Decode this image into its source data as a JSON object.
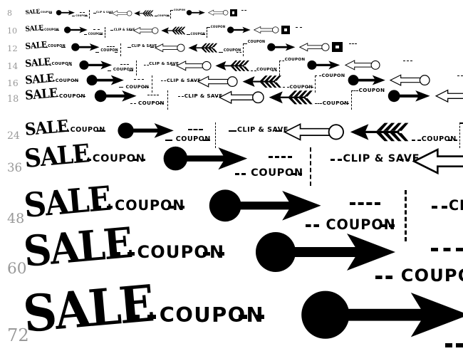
{
  "rows": [
    {
      "size": "8"
    },
    {
      "size": "10"
    },
    {
      "size": "12"
    },
    {
      "size": "14"
    },
    {
      "size": "16"
    },
    {
      "size": "18"
    },
    {
      "size": "24"
    },
    {
      "size": "36"
    },
    {
      "size": "48"
    },
    {
      "size": "60"
    },
    {
      "size": "72"
    }
  ],
  "text": {
    "sale": "SALE",
    "coupon": "COUPON",
    "clip_save": "CLIP & SAVE"
  },
  "colors": {
    "ink": "#000000",
    "size_label": "#999999",
    "background": "#ffffff"
  },
  "icons": [
    "dot-arrow-icon",
    "hollow-arrow-icon",
    "feathered-arrow-icon",
    "scissors-box-icon"
  ]
}
